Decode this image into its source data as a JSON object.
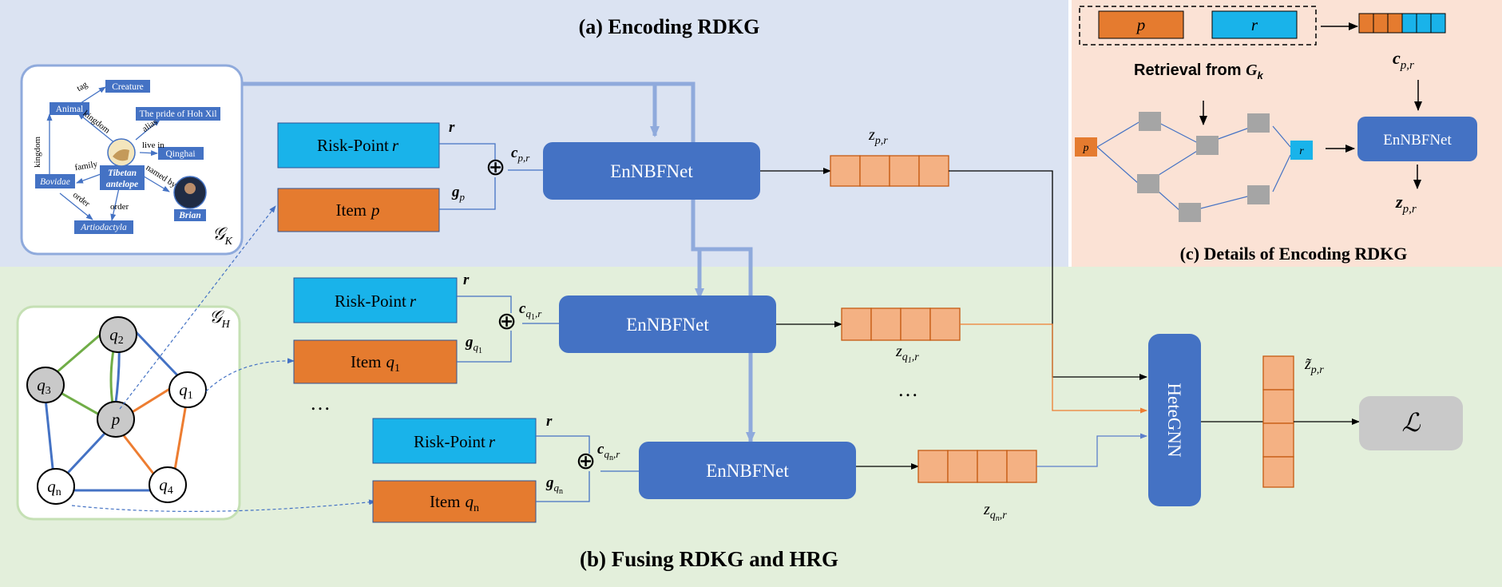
{
  "panels": {
    "a_title": "(a) Encoding RDKG",
    "b_title": "(b) Fusing RDKG and HRG",
    "c_title": "(c) Details of Encoding RDKG"
  },
  "colors": {
    "panel_a_bg": "#dbe3f2",
    "panel_b_bg": "#e3efdb",
    "panel_c_bg": "#fbe2d5",
    "risk_point": "#19b3ea",
    "item": "#e57b2f",
    "module": "#4472c4",
    "embedding": "#f4b183",
    "loss": "#c9c9c9"
  },
  "kg": {
    "label_main": "𝒢",
    "label_sub": "K",
    "nodes": {
      "animal": "Animal",
      "creature": "Creature",
      "pride": "The pride of Hoh Xil",
      "qinghai": "Qinghai",
      "bovidae": "Bovidae",
      "artiodactyla": "Artiodactyla",
      "tibetan_1": "Tibetan",
      "tibetan_2": "antelope",
      "brian": "Brian"
    },
    "edges": {
      "tag": "tag",
      "kingdom_1": "kingdom",
      "kingdom_2": "kingdom",
      "alias": "alias",
      "live_in": "live in",
      "family": "family",
      "named_by": "named by",
      "order_1": "order",
      "order_2": "order"
    }
  },
  "hrg": {
    "label_main": "𝒢",
    "label_sub": "H",
    "nodes": {
      "q2": "q",
      "q3": "q",
      "p": "p",
      "q1": "q",
      "qn": "q",
      "q4": "q"
    },
    "subs": {
      "q2": "2",
      "q3": "3",
      "q1": "1",
      "qn": "n",
      "q4": "4"
    }
  },
  "encoder": {
    "risk_label": "Risk-Point",
    "risk_var": "r",
    "item_label": "Item",
    "module_label": "EnNBFNet",
    "fuse_symbol": "⊕",
    "ellipsis": "…",
    "r_vec": "r",
    "g_letter": "g",
    "c_letter": "c",
    "z_letter": "z"
  },
  "rows": {
    "a": {
      "item_var": "p",
      "g_sub": "p",
      "c_sub": "p,r",
      "z_sub": "p,r"
    },
    "b1": {
      "item_var": "q",
      "item_sub": "1",
      "g_sub": "q",
      "g_subsub": "1",
      "c_sub": "q",
      "c_subsub": "1",
      "c_tail": ",r",
      "z_sub": "q",
      "z_subsub": "1",
      "z_tail": ",r"
    },
    "bn": {
      "item_var": "q",
      "item_sub": "n",
      "g_sub": "q",
      "g_subsub": "n",
      "c_sub": "q",
      "c_subsub": "n",
      "c_tail": ",r",
      "z_sub": "q",
      "z_subsub": "n",
      "z_tail": ",r"
    }
  },
  "fusion": {
    "module_label": "HeteGNN",
    "z_tilde": "z̃",
    "z_tilde_sub": "p,r",
    "loss": "ℒ"
  },
  "detail": {
    "p": "p",
    "r": "r",
    "retrieval": "Retrieval from ",
    "retrieval_g": "G",
    "retrieval_sub": "k",
    "c_letter": "c",
    "c_sub": "p,r",
    "module_label": "EnNBFNet",
    "z_letter": "z",
    "z_sub": "p,r"
  }
}
